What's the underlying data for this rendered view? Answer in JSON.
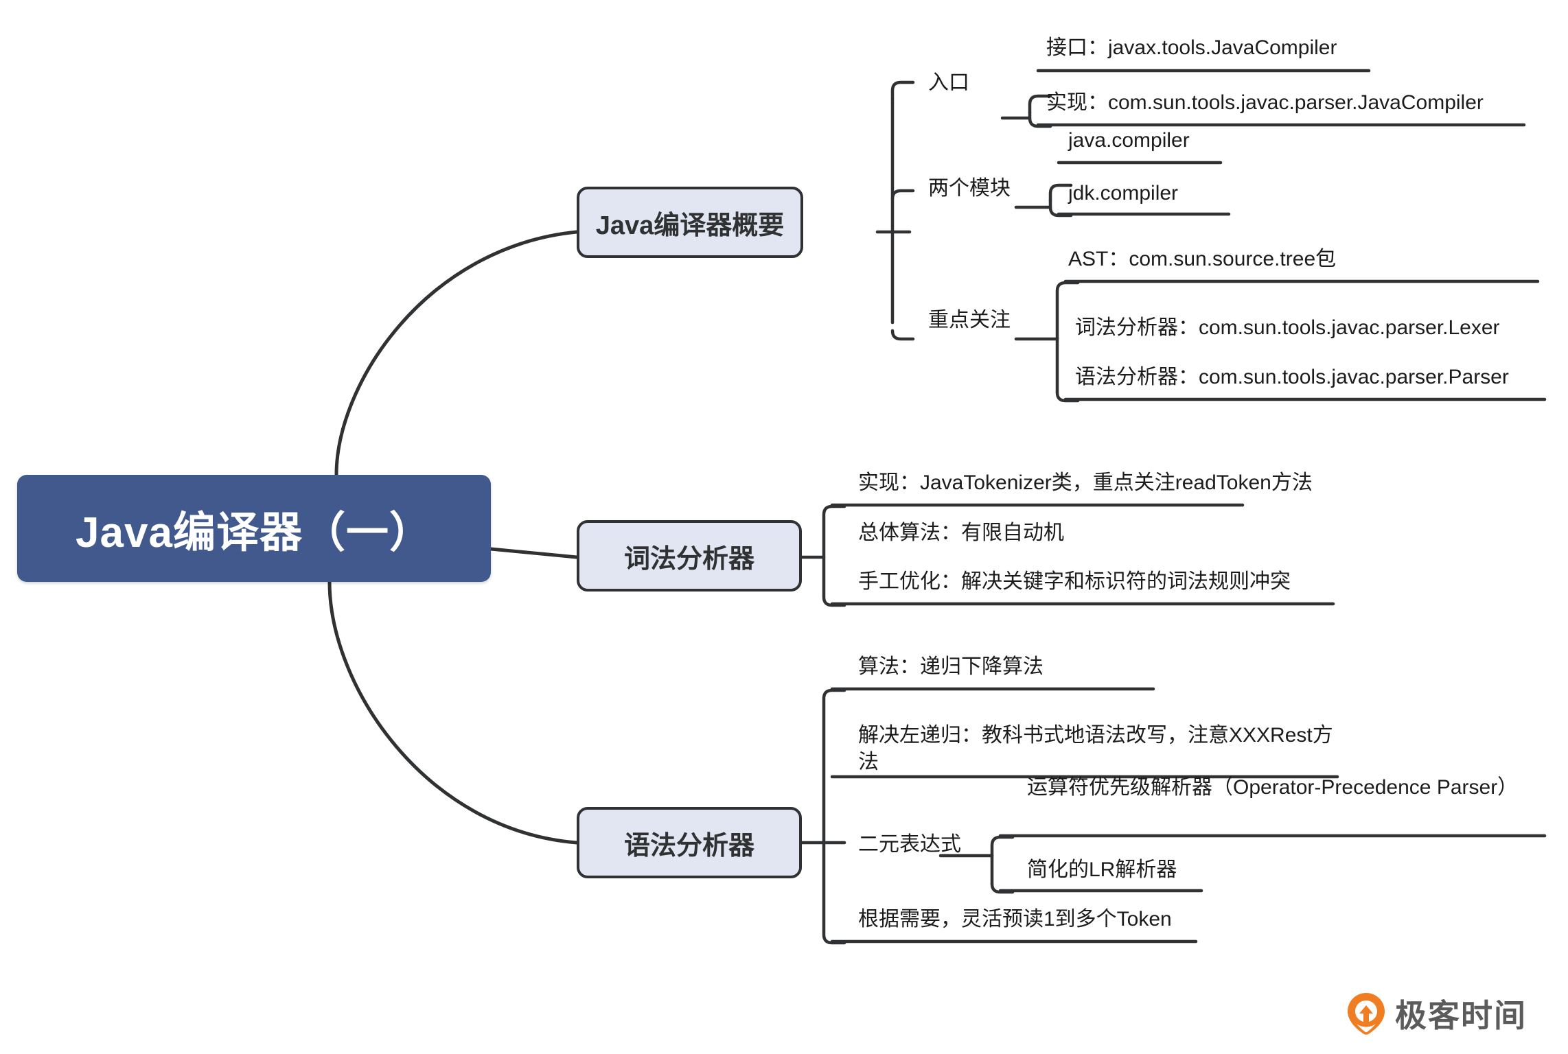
{
  "document": {
    "title": "Java编译器（一）",
    "type": "mindmap"
  },
  "colors": {
    "root_fill": "#41598c",
    "root_text": "#ffffff",
    "branch_fill": "#e2e6f3",
    "branch_border": "#2f3133",
    "line": "#2f3133",
    "text": "#1c1c1c",
    "logo_orange": "#f07d22",
    "logo_text": "#5b5b5b"
  },
  "root": {
    "label": "Java编译器（一）"
  },
  "branches": [
    {
      "id": "overview",
      "label": "Java编译器概要",
      "children": [
        {
          "label": "入口",
          "leaves": [
            "接口：javax.tools.JavaCompiler",
            "实现：com.sun.tools.javac.parser.JavaCompiler"
          ]
        },
        {
          "label": "两个模块",
          "leaves": [
            "java.compiler",
            "jdk.compiler"
          ]
        },
        {
          "label": "重点关注",
          "leaves": [
            "AST：com.sun.source.tree包",
            "词法分析器：com.sun.tools.javac.parser.Lexer",
            "语法分析器：com.sun.tools.javac.parser.Parser"
          ]
        }
      ]
    },
    {
      "id": "lexer",
      "label": "词法分析器",
      "leaves": [
        "实现：JavaTokenizer类，重点关注readToken方法",
        "总体算法：有限自动机",
        "手工优化：解决关键字和标识符的词法规则冲突"
      ]
    },
    {
      "id": "parser",
      "label": "语法分析器",
      "leaves": [
        "算法：递归下降算法",
        "解决左递归：教科书式地语法改写，注意XXXRest方法"
      ],
      "children": [
        {
          "label": "二元表达式",
          "leaves": [
            "运算符优先级解析器（Operator-Precedence Parser）",
            "简化的LR解析器"
          ]
        }
      ],
      "trailing_leaves": [
        "根据需要，灵活预读1到多个Token"
      ]
    }
  ],
  "logo": {
    "brand": "极客时间",
    "mark": "geektime-pin-icon"
  }
}
